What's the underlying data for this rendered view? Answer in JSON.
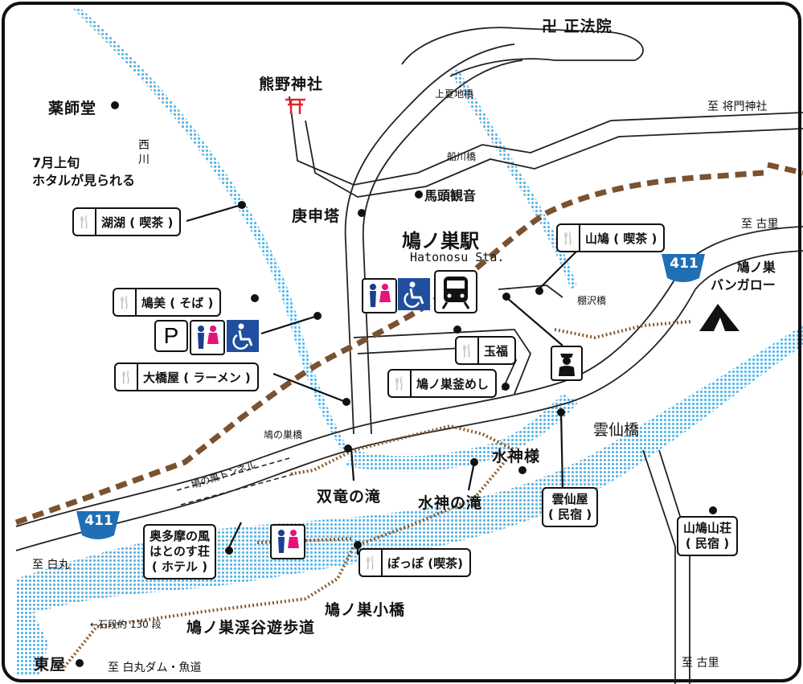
{
  "map": {
    "station": {
      "name": "鳩ノ巣駅",
      "romaji": "Hatonosu Sta."
    },
    "places": {
      "shohoin": "正法院",
      "kumano": "熊野神社",
      "yakushido": "薬師堂",
      "koshinto": "庚申塔",
      "batokannon": "馬頭観音",
      "suijinsama": "水神様",
      "azumaya": "東屋",
      "bungalow": "鳩ノ巣\nバンガロー"
    },
    "river": {
      "name": "西\n川"
    },
    "firefly": "7月上旬\nホタルが見られる",
    "bridges": {
      "kaminatsuchi": "上夏地橋",
      "funakawa": "船川橋",
      "tanazawa": "棚沢橋",
      "unsenkyo": "雲仙橋",
      "hatonosukyo": "鳩の巣橋",
      "kobashi": "鳩ノ巣小橋"
    },
    "tunnel": "鳩の巣トンネル",
    "waterfalls": {
      "soryu": "双竜の滝",
      "suijin": "水神の滝"
    },
    "trail": "鳩ノ巣渓谷遊歩道",
    "steps": "←石段約 130 段",
    "route_no": "411",
    "directions": {
      "shomon": "至 将門神社",
      "kori_top": "至 古里",
      "kori_bottom": "至 古里",
      "shiromaru": "至 白丸",
      "dam": "至 白丸ダム・魚道"
    },
    "restaurants": {
      "kotan": "湖湖 ( 喫茶 )",
      "hatomi": "鳩美 ( そば )",
      "ohashiya": "大橋屋 ( ラーメン )",
      "yamabato": "山鳩 ( 喫茶 )",
      "gyokufuku": "玉福",
      "kamameshi": "鳩ノ巣釜めし",
      "poppo": "ぽっぽ (喫茶)"
    },
    "lodging": {
      "unsenya": "雲仙屋\n( 民宿 )",
      "yamabatoso": "山鳩山荘\n( 民宿 )",
      "okutama": "奥多摩の風\nはとのす荘\n( ホテル )"
    },
    "parking": "P"
  }
}
